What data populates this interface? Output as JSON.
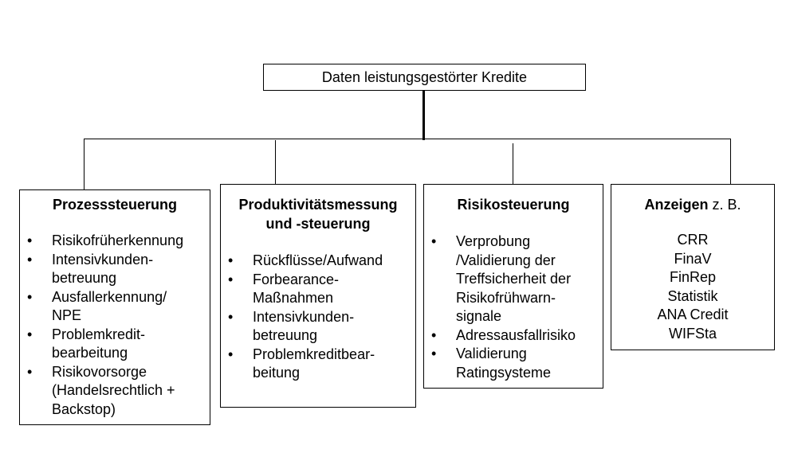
{
  "root": {
    "label": "Daten leistungsgestörter Kredite"
  },
  "boxes": [
    {
      "title": "Prozesssteuerung",
      "items": [
        "Risikofrüherkennung",
        "Intensivkunden-\nbetreuung",
        "Ausfallerkennung/\nNPE",
        "Problemkredit-\nbearbeitung",
        "Risikovorsorge\n(Handelsrechtlich +\nBackstop)"
      ]
    },
    {
      "title": "Produktivitätsmessung\nund -steuerung",
      "items": [
        "Rückflüsse/Aufwand",
        "Forbearance-\nMaßnahmen",
        "Intensivkunden-\nbetreuung",
        "Problemkreditbear-\nbeitung"
      ]
    },
    {
      "title": "Risikosteuerung",
      "items": [
        "Verprobung\n/Validierung der\nTreffsicherheit der\nRisikofrühwarn-\nsignale",
        "Adressausfallrisiko",
        "Validierung\nRatingsysteme"
      ]
    },
    {
      "title": "Anzeigen",
      "title_suffix": " z. B.",
      "list": [
        "CRR",
        "FinaV",
        "FinRep",
        "Statistik",
        "ANA Credit",
        "WIFSta"
      ]
    }
  ]
}
